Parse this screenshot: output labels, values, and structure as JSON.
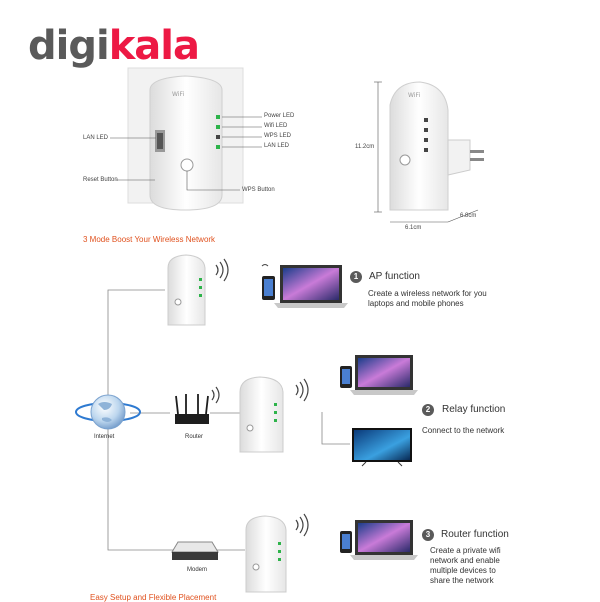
{
  "logo": {
    "part1": "digi",
    "part2": "kala"
  },
  "top_labels": {
    "power_led": "Power LED",
    "wifi_led": "Wifi LED",
    "wps_led": "WPS LED",
    "lan_led_right": "LAN LED",
    "lan_led_left": "LAN LED",
    "reset_button": "Reset Button",
    "wps_button": "WPS Button"
  },
  "dimensions": {
    "height": "11.2cm",
    "width": "6.1cm",
    "depth": "6.8cm"
  },
  "section_title": "3 Mode Boost Your Wireless Network",
  "functions": [
    {
      "num": "1",
      "title": "AP function",
      "desc": [
        "Create a wireless network for you",
        "laptops and mobile phones"
      ]
    },
    {
      "num": "2",
      "title": "Relay function",
      "desc": [
        "Connect to the network"
      ]
    },
    {
      "num": "3",
      "title": "Router function",
      "desc": [
        "Create a private wifi",
        "network and enable",
        "multiple devices to",
        "share the network"
      ]
    }
  ],
  "device_labels": {
    "internet": "Internet",
    "router": "Router",
    "modem": "Modem"
  },
  "bottom_caption": "Easy Setup and Flexible Placement",
  "colors": {
    "brand_red": "#ed1944",
    "logo_gray": "#5a5a5a",
    "title_orange": "#e0511e",
    "led_green": "#2db34a"
  }
}
